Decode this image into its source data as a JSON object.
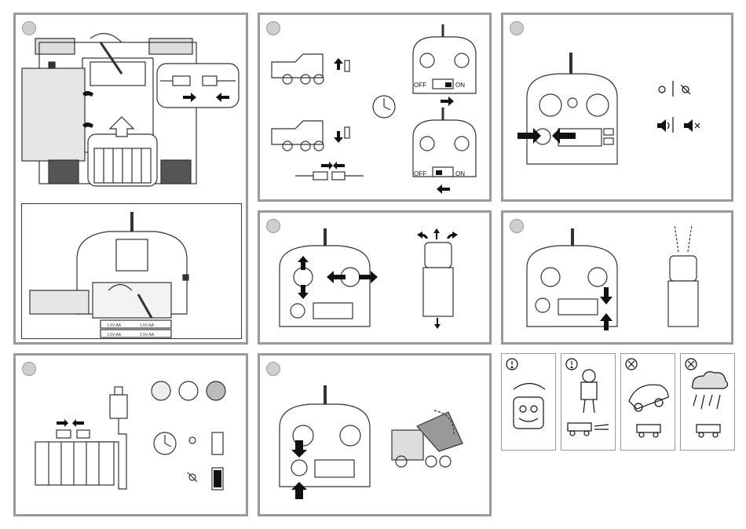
{
  "switch": {
    "off_label": "OFF",
    "on_label": "ON"
  },
  "battery": {
    "cell_label": "1.5V AA"
  },
  "warning_icons": [
    "exclamation-circle-icon",
    "exclamation-circle-icon",
    "prohibited-icon",
    "prohibited-icon"
  ]
}
